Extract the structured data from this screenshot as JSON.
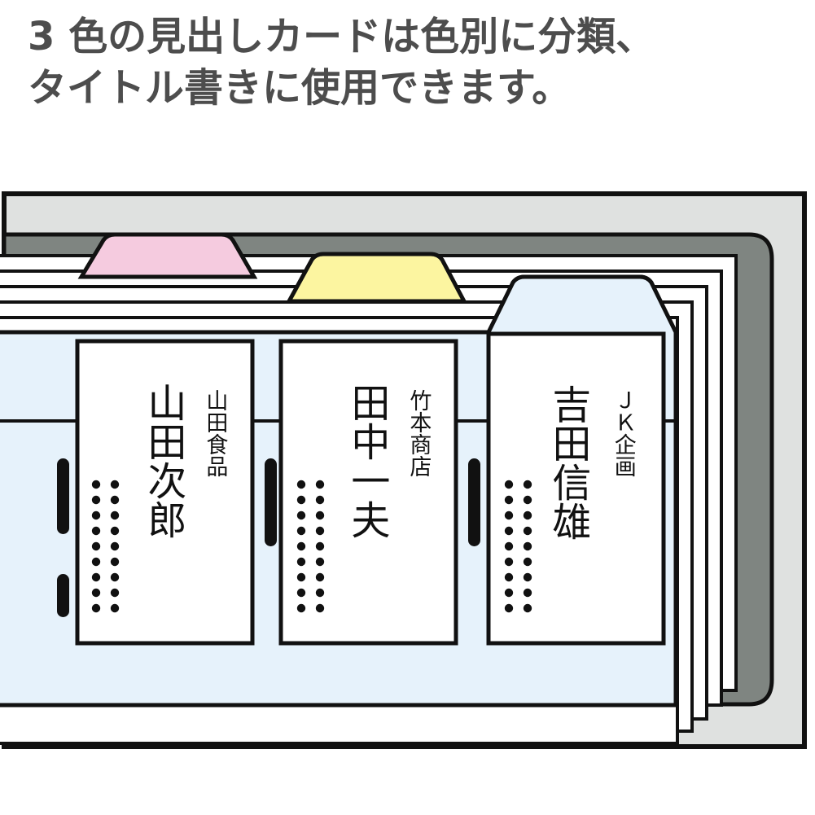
{
  "headline": {
    "line1": "3 色の見出しカードは色別に分類、",
    "line2": "タイトル書きに使用できます。",
    "full": "3 色の見出しカードは色別に分類、\nタイトル書きに使用できます。",
    "color": "#4d4d4d"
  },
  "illustration": {
    "name": "business-card-file-with-3-color-index-tabs",
    "colors": {
      "outer_case": "#dfe1e0",
      "inner_tray": "#7f8581",
      "card_bed": "#e6f2fb",
      "sheet_white": "#ffffff",
      "outline": "#111111",
      "tab_pink": "#f5cbdf",
      "tab_yellow": "#fcf5a0",
      "tab_blue": "#b8d0ec",
      "slot_mark": "#111111"
    },
    "index_tabs": [
      {
        "label": "pink-index-tab",
        "color": "#f5cbdf"
      },
      {
        "label": "yellow-index-tab",
        "color": "#fcf5a0"
      },
      {
        "label": "blue-index-tab",
        "color": "#b8d0ec"
      }
    ],
    "cards": [
      {
        "company": "山田食品",
        "name": "山田次郎"
      },
      {
        "company": "竹本商店",
        "name": "田中一夫"
      },
      {
        "company": "ＪＫ企画",
        "name": "吉田信雄"
      }
    ]
  }
}
